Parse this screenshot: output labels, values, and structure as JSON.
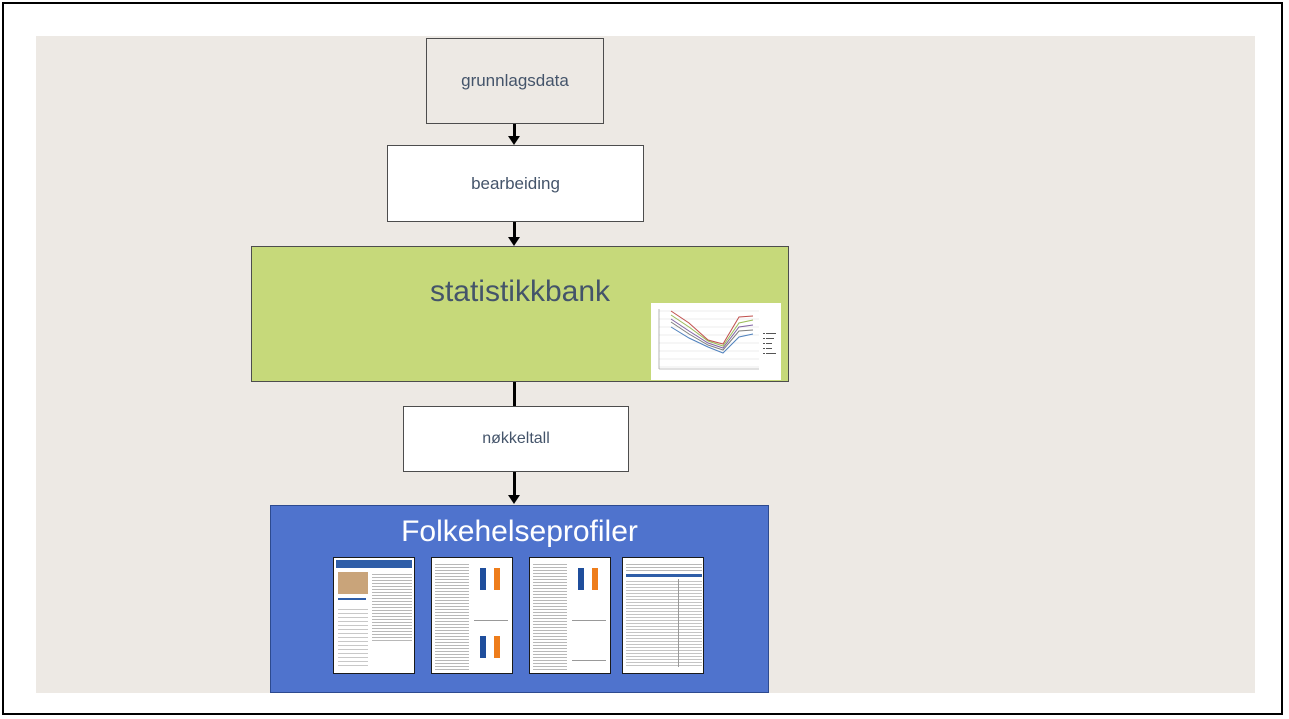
{
  "steps": {
    "grunnlagsdata": "grunnlagsdata",
    "bearbeiding": "bearbeiding",
    "statistikkbank": "statistikkbank",
    "nokkeltall": "nøkkeltall",
    "folkehelseprofiler": "Folkehelseprofiler"
  },
  "colors": {
    "statistikkbank_fill": "#c6d97a",
    "folkehelseprofiler_fill": "#4f73cd",
    "background": "#ede9e4"
  }
}
